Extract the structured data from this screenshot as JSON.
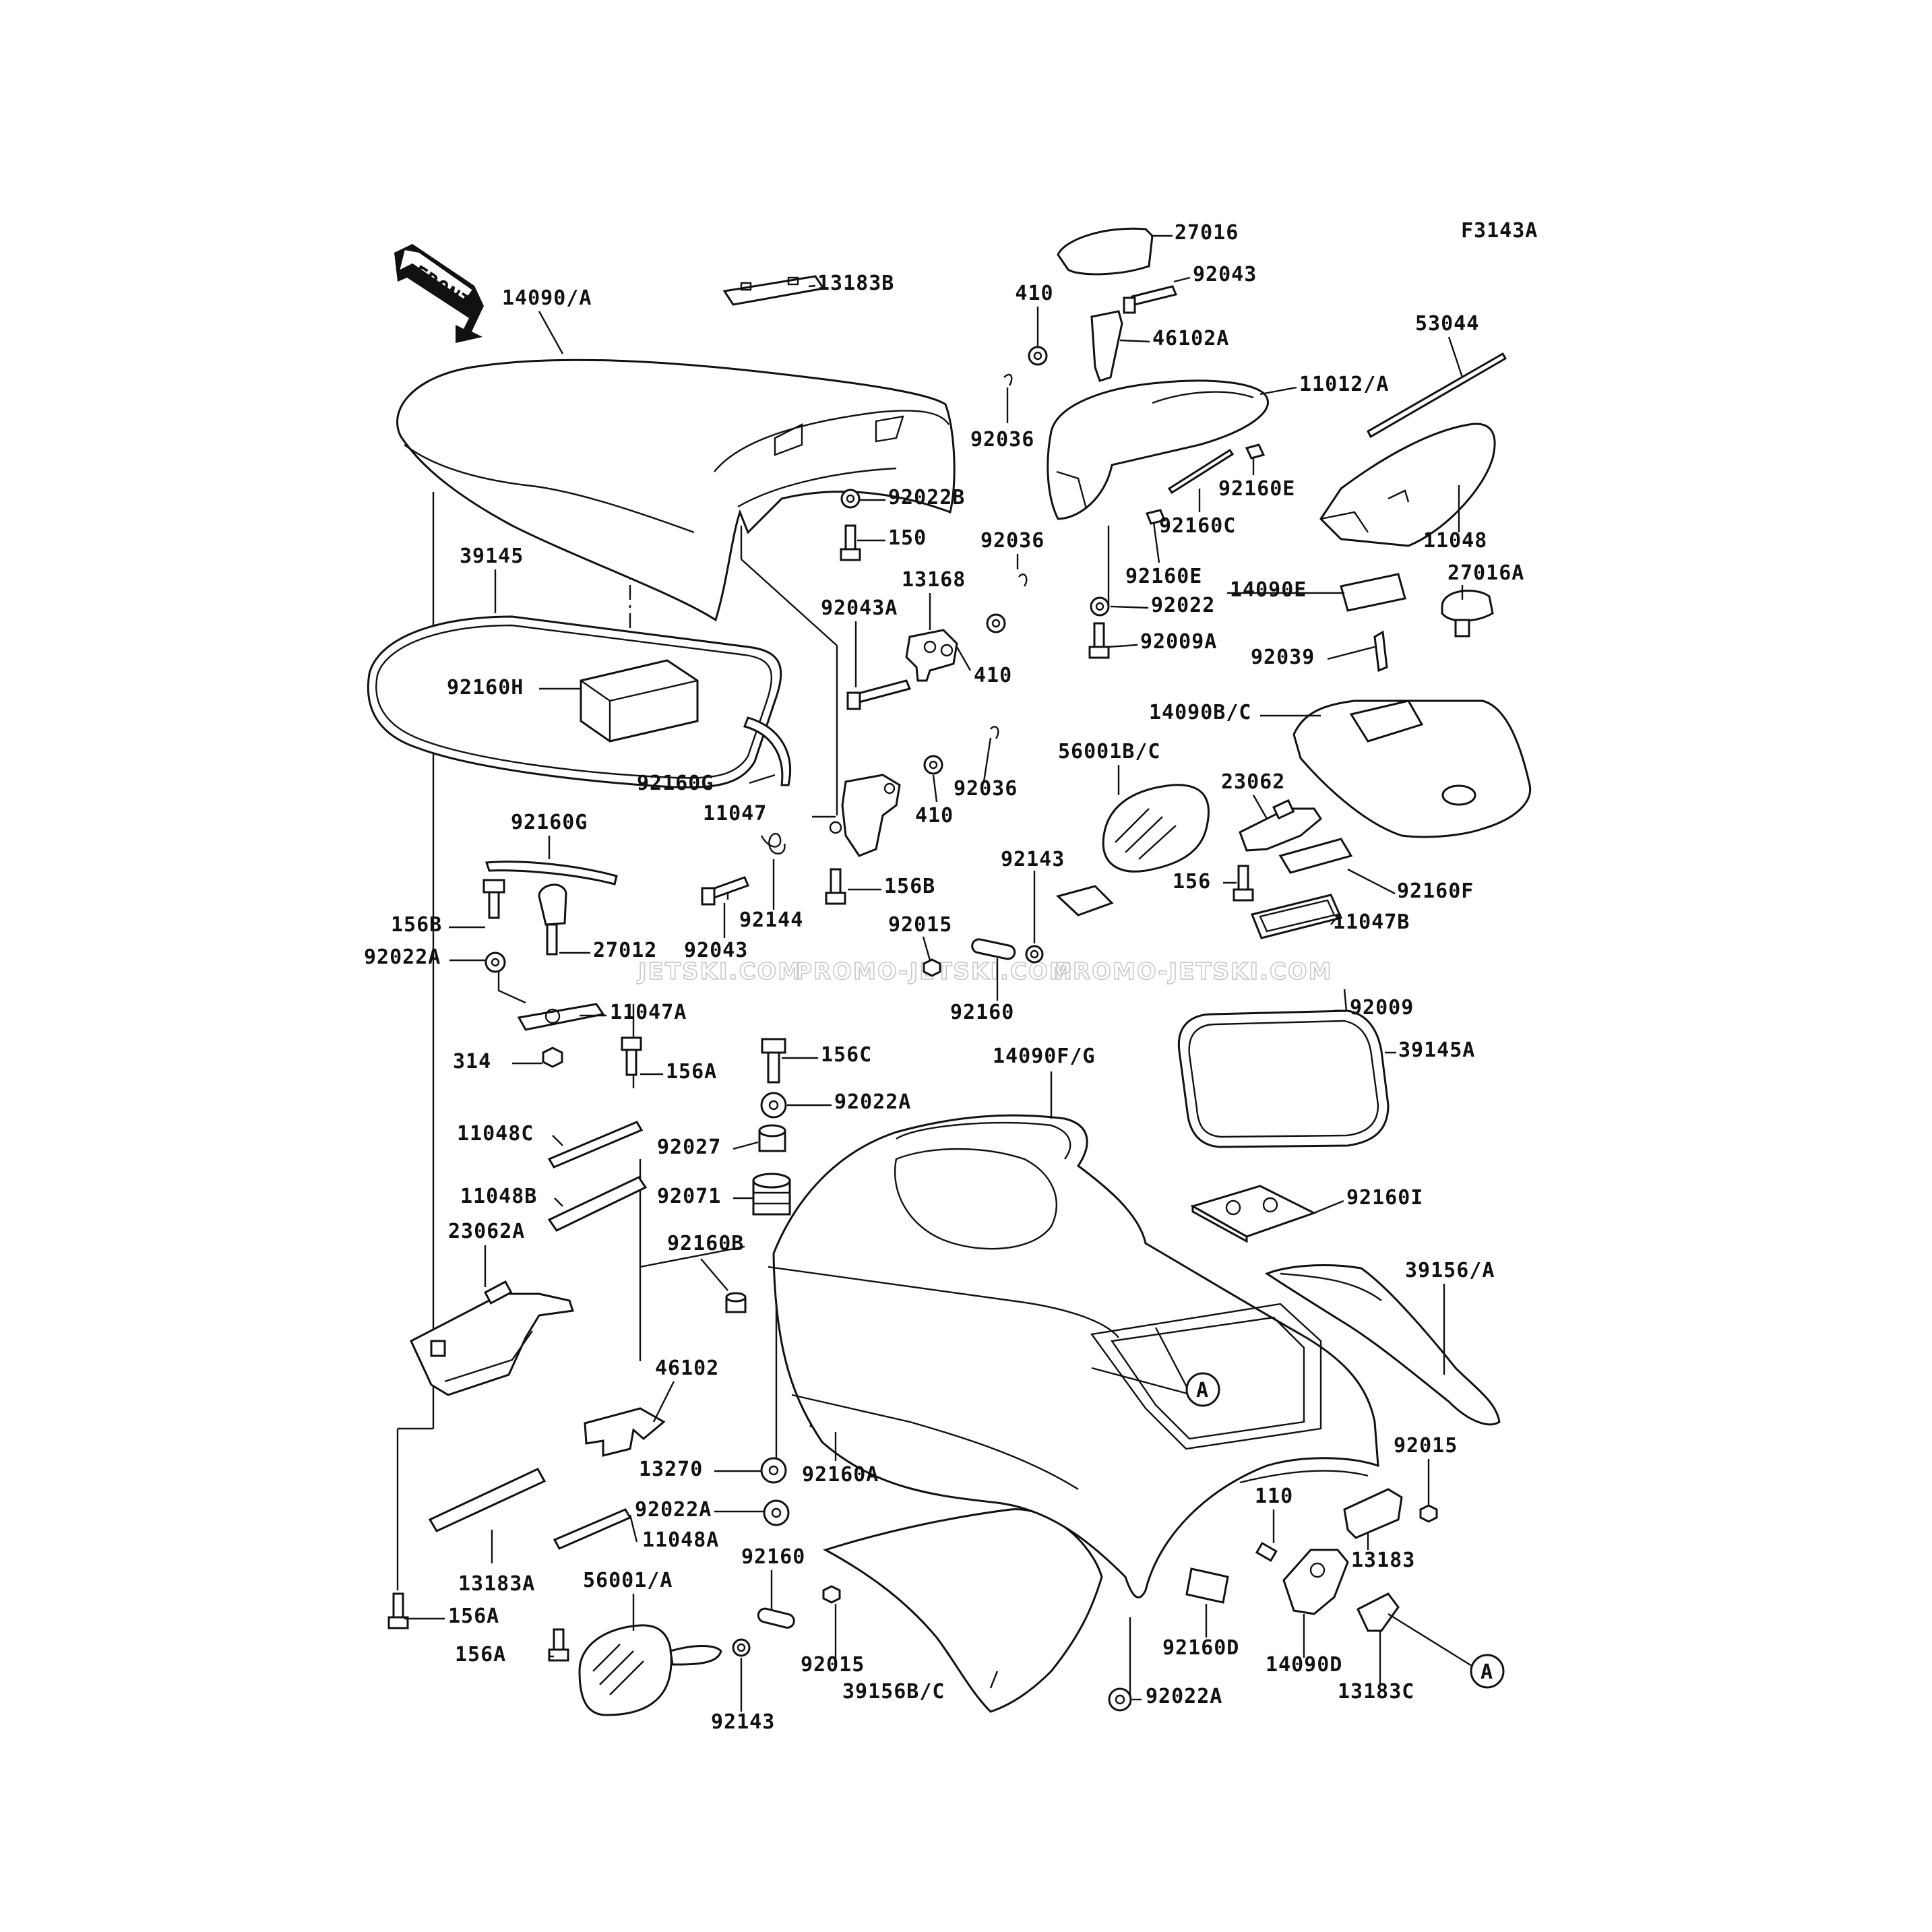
{
  "figure_code": "F3143A",
  "front_label": "FRONT",
  "watermark": [
    "JETSKI.COM",
    "PROMO-JETSKI.COM",
    "PROMO-JETSKI.COM"
  ],
  "ref_marker": "A",
  "labels": [
    "27016",
    "92043",
    "410",
    "46102A",
    "53044",
    "11012/A",
    "14090/A",
    "13183B",
    "92036",
    "92022B",
    "150",
    "92160E",
    "92160C",
    "11048",
    "92036",
    "13168",
    "92043A",
    "92160E",
    "92022",
    "14090E",
    "27016A",
    "410",
    "92009A",
    "39145",
    "92039",
    "92160H",
    "14090B/C",
    "92036",
    "56001B/C",
    "23062",
    "92160G",
    "410",
    "11047",
    "92143",
    "156",
    "92160F",
    "92160G",
    "156B",
    "156B",
    "92144",
    "92015",
    "11047B",
    "92022A",
    "27012",
    "92043",
    "92160",
    "92009",
    "11047A",
    "314",
    "156A",
    "156C",
    "14090F/G",
    "39145A",
    "92022A",
    "11048C",
    "92027",
    "11048B",
    "92071",
    "92160I",
    "23062A",
    "92160B",
    "39156/A",
    "46102",
    "13270",
    "92160A",
    "92015",
    "110",
    "92022A",
    "11048A",
    "13183",
    "92160",
    "13183A",
    "56001/A",
    "156A",
    "156A",
    "92015",
    "92160D",
    "14090D",
    "39156B/C",
    "13183C",
    "92143",
    "92022A"
  ]
}
